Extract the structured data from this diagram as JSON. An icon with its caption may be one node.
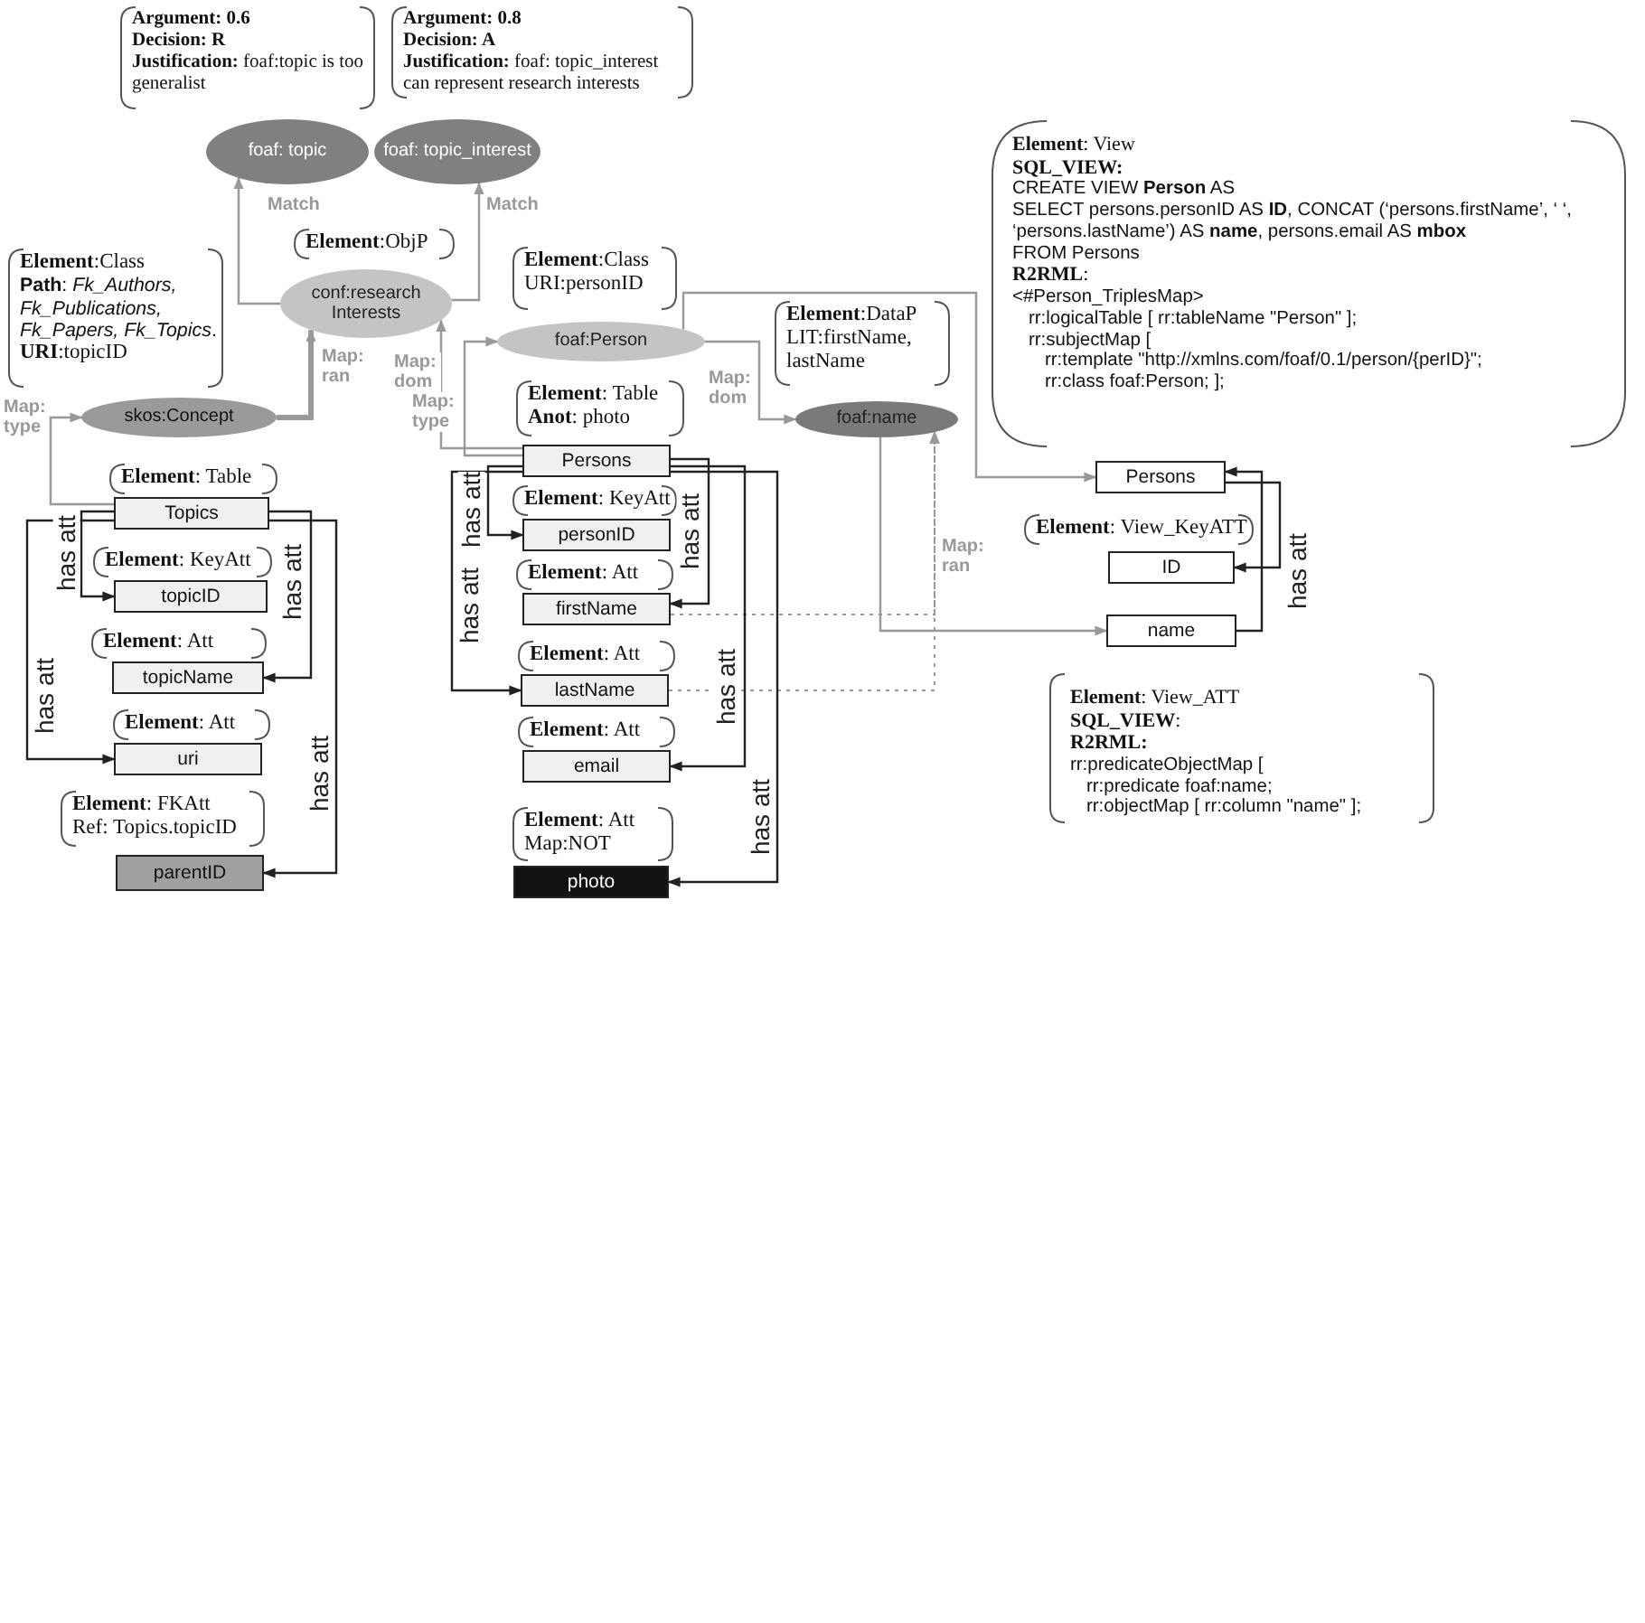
{
  "diagram": {
    "nodes": [
      {
        "text": [
          "Argument: 0.6",
          "Decision: R",
          "**Justification:** foaf:topic is too generalist"
        ]
      },
      {
        "text": [
          "Argument: 0.8",
          "Decision: A",
          "**Justification:** foaf: topic_interest can represent research interests"
        ]
      },
      {
        "text": [
          "foaf: topic"
        ]
      },
      {
        "text": [
          "foaf: topic_interest"
        ]
      },
      {
        "text": [
          "**Element**:ObjP"
        ]
      },
      {
        "text": [
          "**Element**:Class",
          "**Path**: *Fk_Authors, Fk_Publications, Fk_Papers, Fk_Topics*.",
          "**URI**:topicID"
        ]
      },
      {
        "text": [
          "conf:research Interests"
        ]
      },
      {
        "text": [
          "**Element**:Class",
          "URI:personID"
        ]
      },
      {
        "text": [
          "**Element**: View",
          "SQL_VIEW:",
          "CREATE VIEW **Person** AS",
          "SELECT persons.personID AS **ID**, CONCAT (‘persons.firstName’, ‘ ‘, ‘persons.lastName’) AS **name**, persons.email AS **mbox**",
          "FROM Persons",
          "**R2RML**:",
          "<#Person_TriplesMap>",
          "rr:logicalTable [ rr:tableName \"Person\" ];",
          "rr:subjectMap [",
          "rr:template \"http://xmlns.com/foaf/0.1/person/{perID}\";",
          "rr:class foaf:Person;   ];"
        ]
      },
      {
        "text": [
          "foaf:Person"
        ]
      },
      {
        "text": [
          "**Element**:DataP",
          "LIT:firstName, lastName"
        ]
      },
      {
        "text": [
          "skos:Concept"
        ]
      },
      {
        "text": [
          "foaf:name"
        ]
      },
      {
        "text": [
          "**Element**: Table",
          "**Anot**: photo"
        ]
      },
      {
        "text": [
          "**Element**: Table"
        ]
      },
      {
        "text": [
          "Topics"
        ]
      },
      {
        "text": [
          "Persons"
        ]
      },
      {
        "text": [
          "**Element**: KeyAtt"
        ]
      },
      {
        "text": [
          "topicID"
        ]
      },
      {
        "text": [
          "**Element**: KeyAtt"
        ]
      },
      {
        "text": [
          "personID"
        ]
      },
      {
        "text": [
          "Persons"
        ]
      },
      {
        "text": [
          "**Element**: View_KeyATT"
        ]
      },
      {
        "text": [
          "**Element**: Att"
        ]
      },
      {
        "text": [
          "topicName"
        ]
      },
      {
        "text": [
          "**Element**: Att"
        ]
      },
      {
        "text": [
          "firstName"
        ]
      },
      {
        "text": [
          "ID"
        ]
      },
      {
        "text": [
          "**Element**: Att"
        ]
      },
      {
        "text": [
          "uri"
        ]
      },
      {
        "text": [
          "**Element**: Att"
        ]
      },
      {
        "text": [
          "lastName"
        ]
      },
      {
        "text": [
          "name"
        ]
      },
      {
        "text": [
          "**Element**: FKAtt",
          "Ref: Topics.topicID"
        ]
      },
      {
        "text": [
          "**Element**: Att"
        ]
      },
      {
        "text": [
          "email"
        ]
      },
      {
        "text": [
          "**Element**: View_ATT",
          "**SQL_VIEW**:",
          "R2RML:",
          "rr:predicateObjectMap [",
          "rr:predicate foaf:name;",
          "rr:objectMap [ rr:column \"name\" ];"
        ]
      },
      {
        "text": [
          "**Element**: Att",
          "Map:NOT"
        ]
      },
      {
        "text": [
          "parentID"
        ]
      },
      {
        "text": [
          "photo"
        ]
      }
    ],
    "edges": [
      {
        "from": 6,
        "to": 2,
        "arrow": "to",
        "label": "Match"
      },
      {
        "from": 6,
        "to": 3,
        "arrow": "to",
        "label": "Match"
      },
      {
        "from": 11,
        "to": 6,
        "arrow": "to",
        "label": "Map: ran",
        "style": "thick"
      },
      {
        "from": 16,
        "to": 6,
        "arrow": "to",
        "label": "Map: dom"
      },
      {
        "from": 16,
        "to": 9,
        "arrow": "to",
        "label": "Map: type"
      },
      {
        "from": 15,
        "to": 11,
        "arrow": "to",
        "label": "Map: type"
      },
      {
        "from": 9,
        "to": 12,
        "arrow": "to",
        "label": "Map: dom"
      },
      {
        "from": 9,
        "to": 21,
        "arrow": "to"
      },
      {
        "from": 12,
        "to": 32,
        "arrow": "to"
      },
      {
        "from": 26,
        "to": 12,
        "arrow": "to",
        "label": "Map: ran",
        "style": "dashed"
      },
      {
        "from": 31,
        "to": 12,
        "arrow": "to",
        "style": "dashed"
      },
      {
        "from": 15,
        "to": 18,
        "arrow": "to",
        "label": "has att",
        "color": "#222222"
      },
      {
        "from": 15,
        "to": 24,
        "arrow": "to",
        "label": "has att",
        "color": "#222222"
      },
      {
        "from": 15,
        "to": 29,
        "arrow": "to",
        "label": "has att",
        "color": "#222222"
      },
      {
        "from": 15,
        "to": 38,
        "arrow": "to",
        "label": "has att",
        "color": "#222222"
      },
      {
        "from": 16,
        "to": 20,
        "arrow": "to",
        "label": "has att",
        "color": "#222222"
      },
      {
        "from": 16,
        "to": 31,
        "arrow": "to",
        "label": "has att",
        "color": "#222222"
      },
      {
        "from": 16,
        "to": 26,
        "arrow": "to",
        "label": "has att",
        "color": "#222222"
      },
      {
        "from": 16,
        "to": 35,
        "arrow": "to",
        "label": "has att",
        "color": "#222222"
      },
      {
        "from": 16,
        "to": 39,
        "arrow": "to",
        "label": "has att",
        "color": "#222222"
      },
      {
        "from": 21,
        "to": 27,
        "arrow": "to",
        "label": "has att",
        "color": "#222222"
      },
      {
        "from": 32,
        "to": 21,
        "arrow": "to",
        "color": "#222222"
      }
    ]
  }
}
